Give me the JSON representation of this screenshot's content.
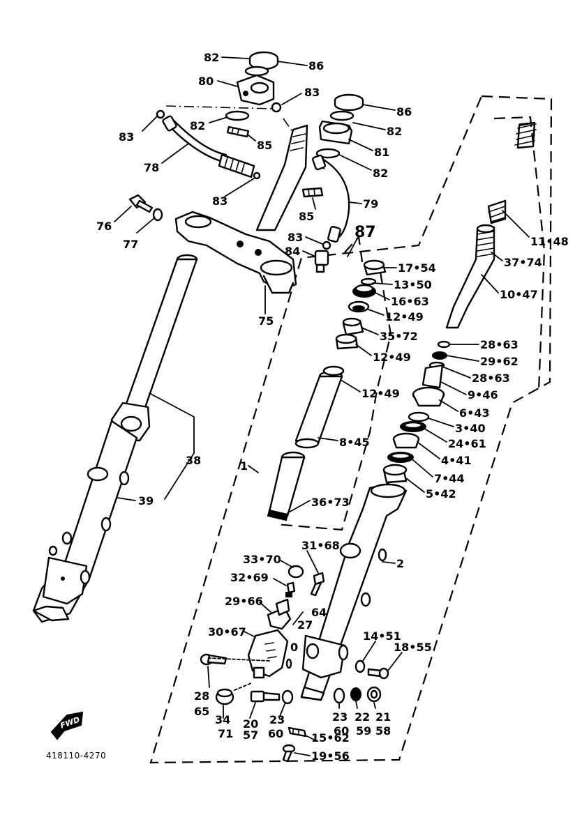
{
  "labels": {
    "l82a": "82",
    "l86a": "86",
    "l80": "80",
    "l83a": "83",
    "l86b": "86",
    "l83b": "83",
    "l82b": "82",
    "l82c": "82",
    "l85a": "85",
    "l81": "81",
    "l78": "78",
    "l82d": "82",
    "l83c": "83",
    "l85b": "85",
    "l79": "79",
    "l76": "76",
    "l77": "77",
    "l83d": "83",
    "l87": "87",
    "l84": "84",
    "l1148": "11•48",
    "l3774": "37•74",
    "l1754": "17•54",
    "l1350": "13•50",
    "l1047": "10•47",
    "l75": "75",
    "l1663": "16•63",
    "l1249a": "12•49",
    "l3572": "35•72",
    "l2863a": "28•63",
    "l2962": "29•62",
    "l1249b": "12•49",
    "l2863b": "28•63",
    "l1249c": "12•49",
    "l946": "9•46",
    "l643": "6•43",
    "l340": "3•40",
    "l2461": "24•61",
    "l845": "8•45",
    "l38": "38",
    "l441": "4•41",
    "l1": "1",
    "l744": "7•44",
    "l542": "5•42",
    "l39": "39",
    "l3673": "36•73",
    "l3168": "31•68",
    "l3370": "33•70",
    "l2": "2",
    "l3269": "32•69",
    "l2966": "29•66",
    "l64": "64",
    "l27": "27",
    "l3067": "30•67",
    "l1451": "14•51",
    "l1855": "18•55",
    "l0": "0",
    "l28": "28",
    "l65": "65",
    "l34": "34",
    "l71": "71",
    "l20": "20",
    "l57": "57",
    "l23a": "23",
    "l60a": "60",
    "l23b": "23",
    "l60b": "60",
    "l22": "22",
    "l59": "59",
    "l21": "21",
    "l58": "58",
    "l1562": "15•62",
    "l1956": "19•56"
  },
  "arrow_label": "FWD",
  "catalog_code": "418110-4270"
}
